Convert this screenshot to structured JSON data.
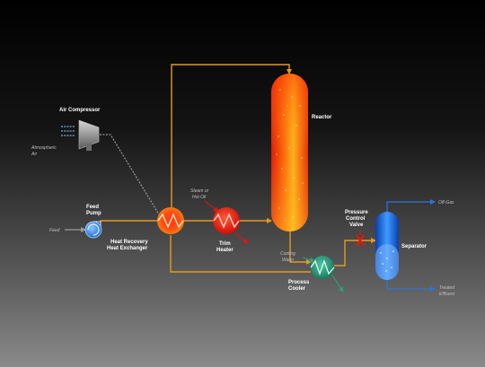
{
  "labels": {
    "air_compressor": "Air Compressor",
    "atmospheric_air_1": "Atmospheric",
    "atmospheric_air_2": "Air",
    "reactor": "Reactor",
    "feed_pump_1": "Feed",
    "feed_pump_2": "Pump",
    "feed": "Feed",
    "heat_recovery_1": "Heat Recovery",
    "heat_recovery_2": "Heat Exchanger",
    "steam_1": "Steam or",
    "steam_2": "Hot Oil",
    "trim_heater_1": "Trim",
    "trim_heater_2": "Heater",
    "cooling_water_1": "Cooling",
    "cooling_water_2": "Water",
    "process_cooler_1": "Process",
    "process_cooler_2": "Cooler",
    "pcv_1": "Pressure",
    "pcv_2": "Control",
    "pcv_3": "Valve",
    "off_gas": "Off-Gas",
    "separator": "Separator",
    "treated_1": "Treated",
    "treated_2": "Effluent"
  },
  "colors": {
    "hot_line": "#e59a1e",
    "air_line": "#9a9a9a",
    "blue_line": "#2d74d9",
    "reactor_core": "#ffc21a",
    "reactor_edge": "#e01a06",
    "heater": "#e8150a",
    "cooler": "#2f9e80",
    "pump": "#3b8de8"
  },
  "icons": {
    "compressor": "compressor-icon",
    "pump": "centrifugal-pump-icon",
    "exchanger": "heat-exchanger-icon",
    "valve": "control-valve-icon"
  }
}
